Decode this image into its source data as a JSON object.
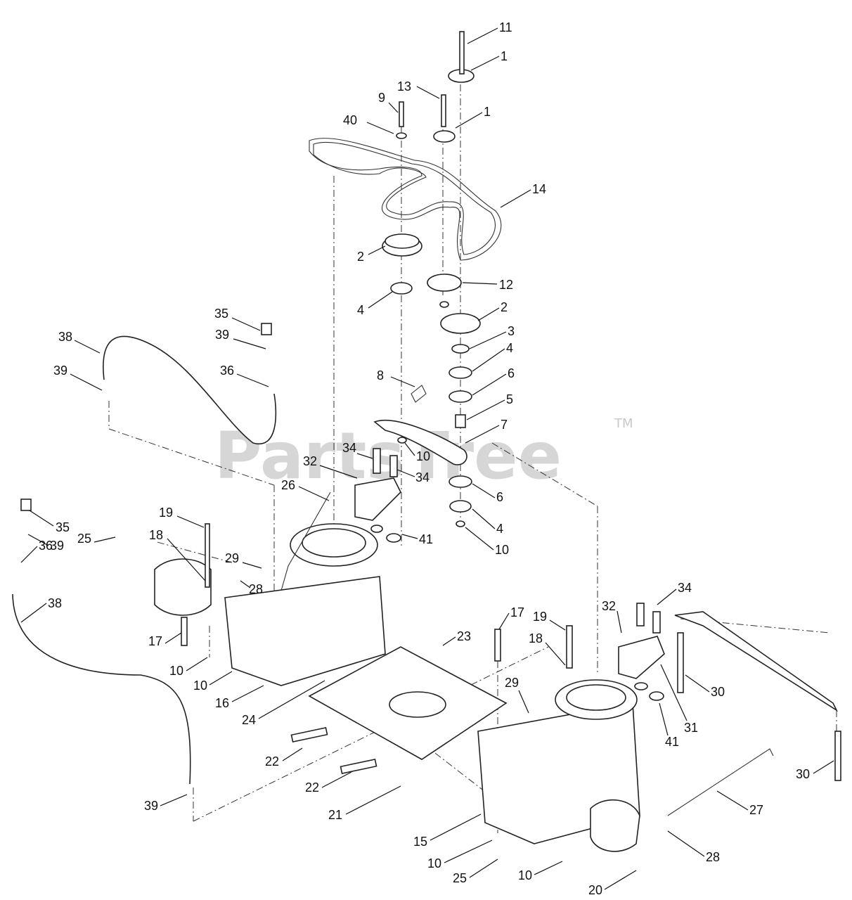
{
  "watermark": {
    "brand": "PartsTree",
    "tm": "TM"
  },
  "callouts": [
    "11",
    "1",
    "13",
    "9",
    "1",
    "40",
    "14",
    "2",
    "12",
    "4",
    "2",
    "3",
    "4",
    "6",
    "5",
    "7",
    "8",
    "10",
    "34",
    "34",
    "32",
    "6",
    "4",
    "10",
    "41",
    "26",
    "35",
    "39",
    "38",
    "39",
    "36",
    "19",
    "18",
    "25",
    "29",
    "28",
    "17",
    "10",
    "10",
    "16",
    "35",
    "39",
    "36",
    "38",
    "24",
    "23",
    "17",
    "19",
    "18",
    "32",
    "34",
    "29",
    "30",
    "41",
    "31",
    "30",
    "22",
    "22",
    "39",
    "21",
    "15",
    "10",
    "25",
    "10",
    "27",
    "28",
    "20"
  ]
}
